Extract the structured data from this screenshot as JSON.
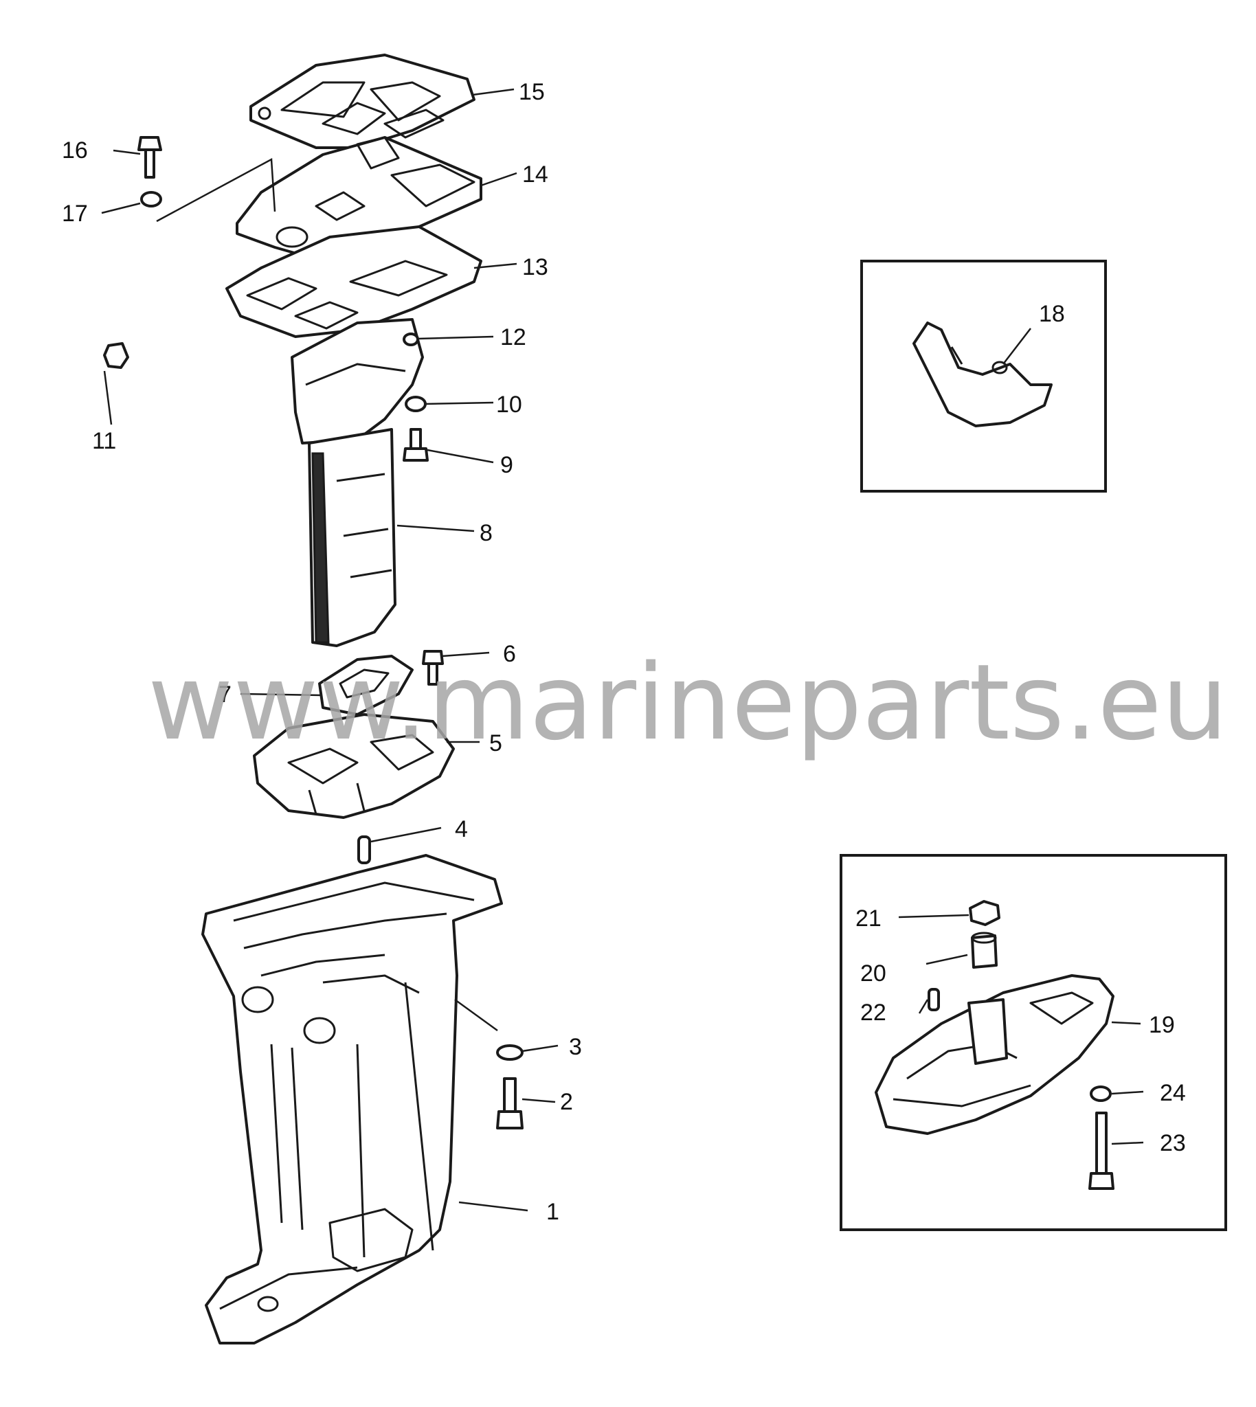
{
  "watermark": "www.marineparts.eu",
  "parts": [
    {
      "id": "1",
      "label": "1"
    },
    {
      "id": "2",
      "label": "2"
    },
    {
      "id": "3",
      "label": "3"
    },
    {
      "id": "4",
      "label": "4"
    },
    {
      "id": "5",
      "label": "5"
    },
    {
      "id": "6",
      "label": "6"
    },
    {
      "id": "7",
      "label": "7"
    },
    {
      "id": "8",
      "label": "8"
    },
    {
      "id": "9",
      "label": "9"
    },
    {
      "id": "10",
      "label": "10"
    },
    {
      "id": "11",
      "label": "11"
    },
    {
      "id": "12",
      "label": "12"
    },
    {
      "id": "13",
      "label": "13"
    },
    {
      "id": "14",
      "label": "14"
    },
    {
      "id": "15",
      "label": "15"
    },
    {
      "id": "16",
      "label": "16"
    },
    {
      "id": "17",
      "label": "17"
    },
    {
      "id": "18",
      "label": "18"
    },
    {
      "id": "19",
      "label": "19"
    },
    {
      "id": "20",
      "label": "20"
    },
    {
      "id": "21",
      "label": "21"
    },
    {
      "id": "22",
      "label": "22"
    },
    {
      "id": "23",
      "label": "23"
    },
    {
      "id": "24",
      "label": "24"
    }
  ]
}
